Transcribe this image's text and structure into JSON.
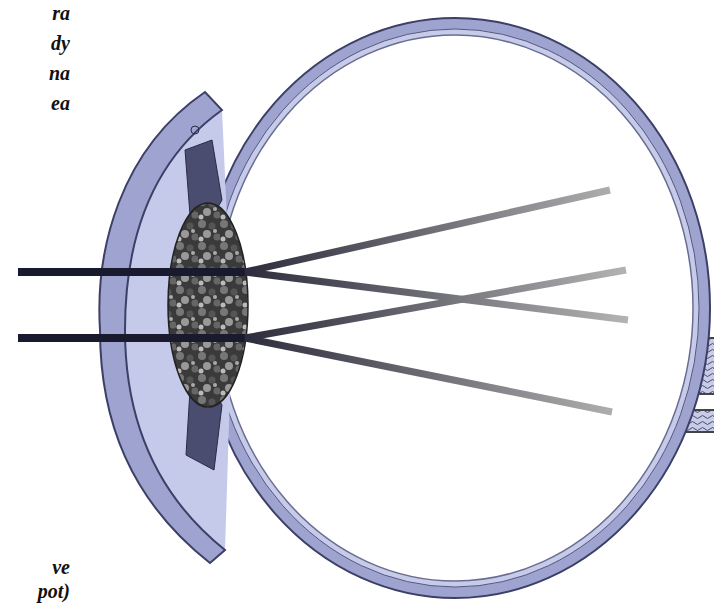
{
  "diagram": {
    "labels": [
      "ra",
      "dy",
      "na",
      "ea",
      "ve",
      "pot)"
    ]
  }
}
